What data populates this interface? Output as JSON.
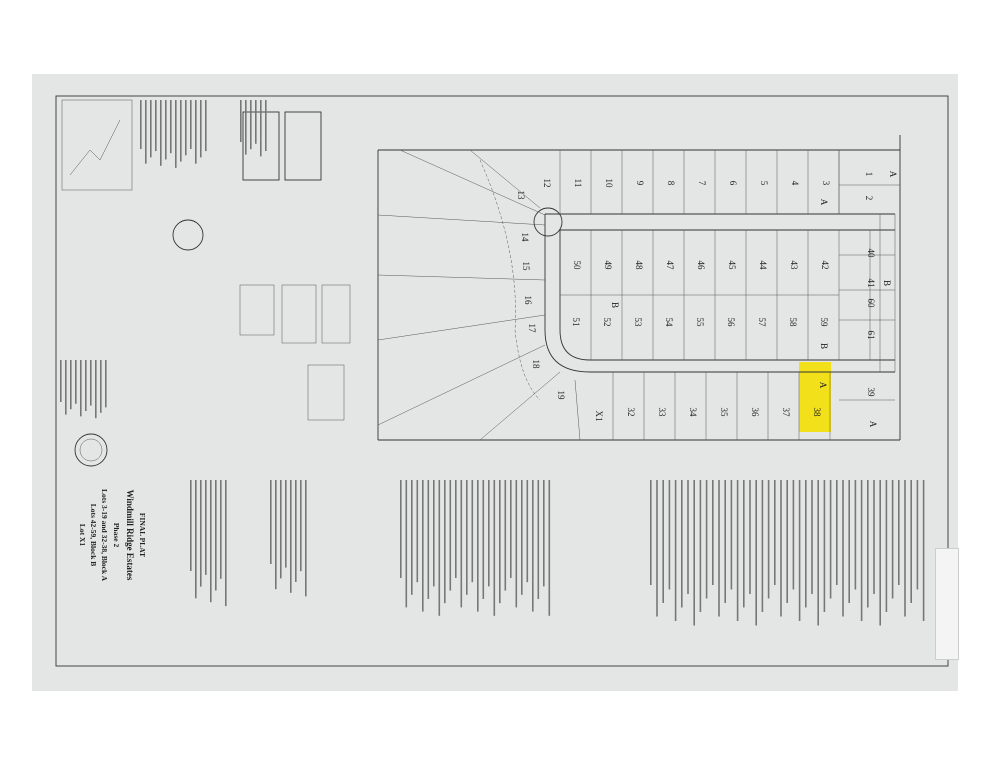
{
  "document": {
    "title_block": {
      "line1": "FINAL PLAT",
      "line2": "Windmill Ridge Estates",
      "line3": "Phase 2",
      "line4": "Lots 3-19 and 32-38, Block A",
      "line5": "Lots 42-59, Block B",
      "line6": "Lot X1"
    },
    "highlight_color": "#f2e01a",
    "highlighted_lot": "38",
    "lots": {
      "top_row": [
        "3",
        "4",
        "5",
        "6",
        "7",
        "8",
        "9",
        "10",
        "11",
        "12",
        "13"
      ],
      "fan": [
        "14",
        "15",
        "16",
        "17",
        "18",
        "19"
      ],
      "block_b_upper": [
        "42",
        "43",
        "44",
        "45",
        "46",
        "47",
        "48",
        "49",
        "50"
      ],
      "block_b_lower": [
        "51",
        "52",
        "53",
        "54",
        "55",
        "56",
        "57",
        "58",
        "59"
      ],
      "bottom_row": [
        "32",
        "33",
        "34",
        "35",
        "36",
        "37",
        "38"
      ],
      "right": [
        "1",
        "2",
        "40",
        "41",
        "60",
        "61",
        "39"
      ],
      "reserve": "X1"
    },
    "block_letters": [
      "A",
      "A",
      "B",
      "B",
      "B",
      "A",
      "A"
    ]
  }
}
